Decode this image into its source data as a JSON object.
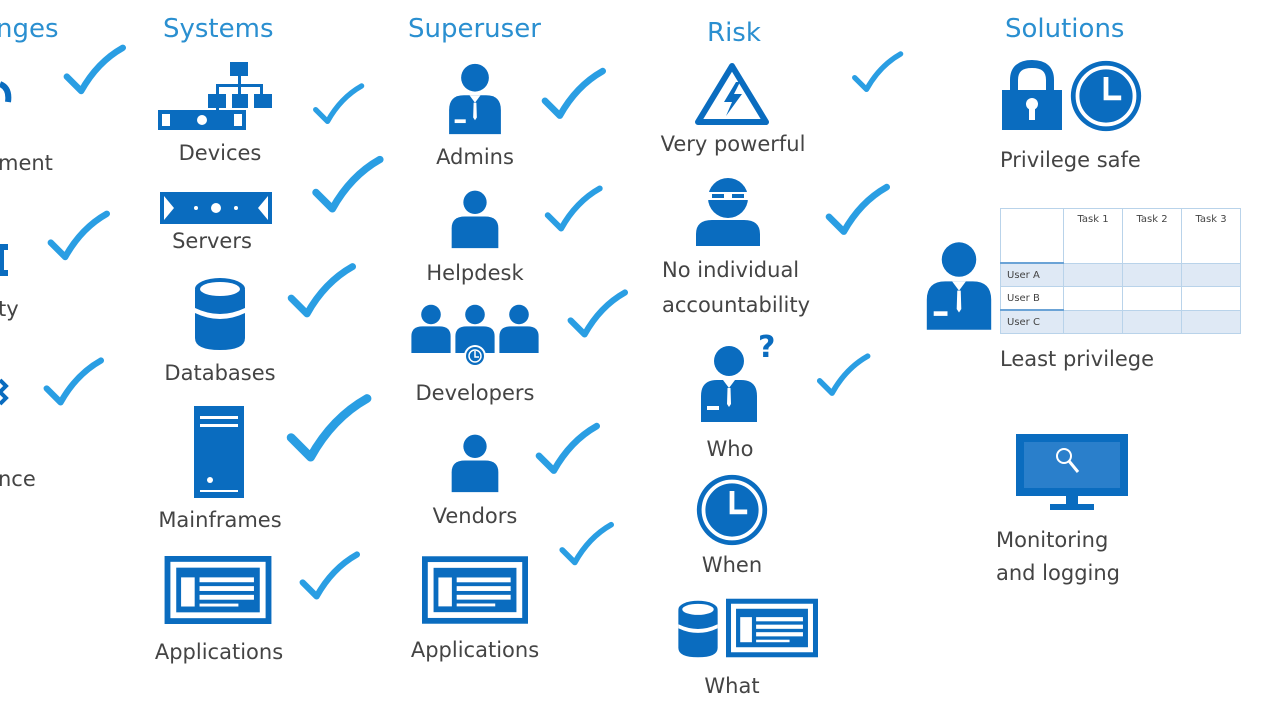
{
  "columns": {
    "changes": {
      "header": "nges",
      "items": [
        "ment",
        "ty",
        "nce"
      ]
    },
    "systems": {
      "header": "Systems",
      "items": [
        "Devices",
        "Servers",
        "Databases",
        "Mainframes",
        "Applications"
      ]
    },
    "superuser": {
      "header": "Superuser",
      "items": [
        "Admins",
        "Helpdesk",
        "Developers",
        "Vendors",
        "Applications"
      ]
    },
    "risk": {
      "header": "Risk",
      "items": [
        "Very powerful",
        "No individual",
        "accountability",
        "Who",
        "When",
        "What"
      ]
    },
    "solutions": {
      "header": "Solutions",
      "items": [
        "Privilege safe",
        "Least privilege",
        "Monitoring",
        "and logging"
      ]
    }
  },
  "privilege_table": {
    "task_headers": [
      "Task 1",
      "Task 2",
      "Task 3"
    ],
    "users": [
      "User A",
      "User B",
      "User C"
    ]
  },
  "question_mark": "?",
  "colors": {
    "icon": "#0a6cbf",
    "check": "#2a9ee3",
    "header": "#2a8fd0",
    "label": "#444444"
  }
}
